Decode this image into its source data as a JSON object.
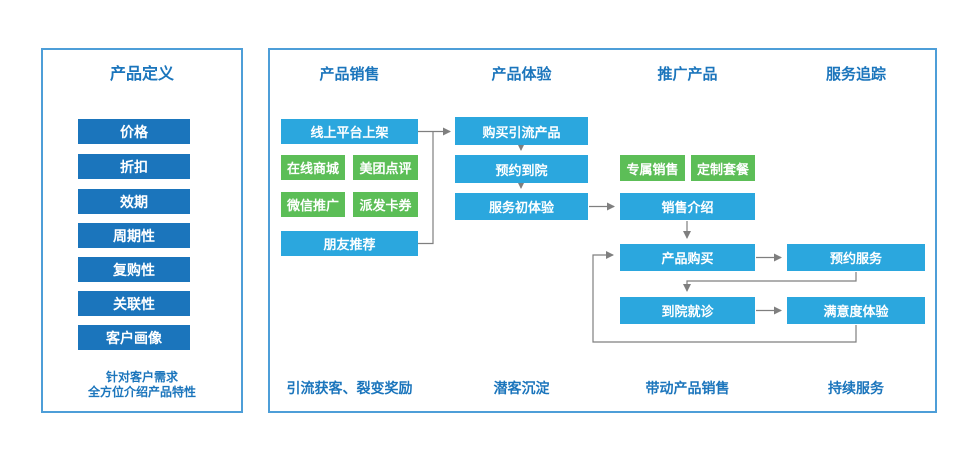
{
  "colors": {
    "dark_blue": "#1b75bc",
    "light_blue": "#2ba7de",
    "green": "#5cbe57",
    "panel_border": "#4d9ed8",
    "arrow_gray": "#7f7f7f"
  },
  "left_panel": {
    "title": "产品定义",
    "items": [
      "价格",
      "折扣",
      "效期",
      "周期性",
      "复购性",
      "关联性",
      "客户画像"
    ],
    "note_line1": "针对客户需求",
    "note_line2": "全方位介绍产品特性"
  },
  "flow_panel": {
    "columns": [
      {
        "header": "产品销售",
        "footer": "引流获客、裂变奖励"
      },
      {
        "header": "产品体验",
        "footer": "潜客沉淀"
      },
      {
        "header": "推广产品",
        "footer": "带动产品销售"
      },
      {
        "header": "服务追踪",
        "footer": "持续服务"
      }
    ],
    "nodes": {
      "online_platform": "线上平台上架",
      "online_mall": "在线商城",
      "meituan": "美团点评",
      "wechat": "微信推广",
      "coupons": "派发卡券",
      "friend_referral": "朋友推荐",
      "buy_lead_product": "购买引流产品",
      "book_visit": "预约到院",
      "first_experience": "服务初体验",
      "exclusive_sales": "专属销售",
      "custom_package": "定制套餐",
      "sales_intro": "销售介绍",
      "product_purchase": "产品购买",
      "hospital_visit": "到院就诊",
      "book_service": "预约服务",
      "satisfaction": "满意度体验"
    }
  }
}
